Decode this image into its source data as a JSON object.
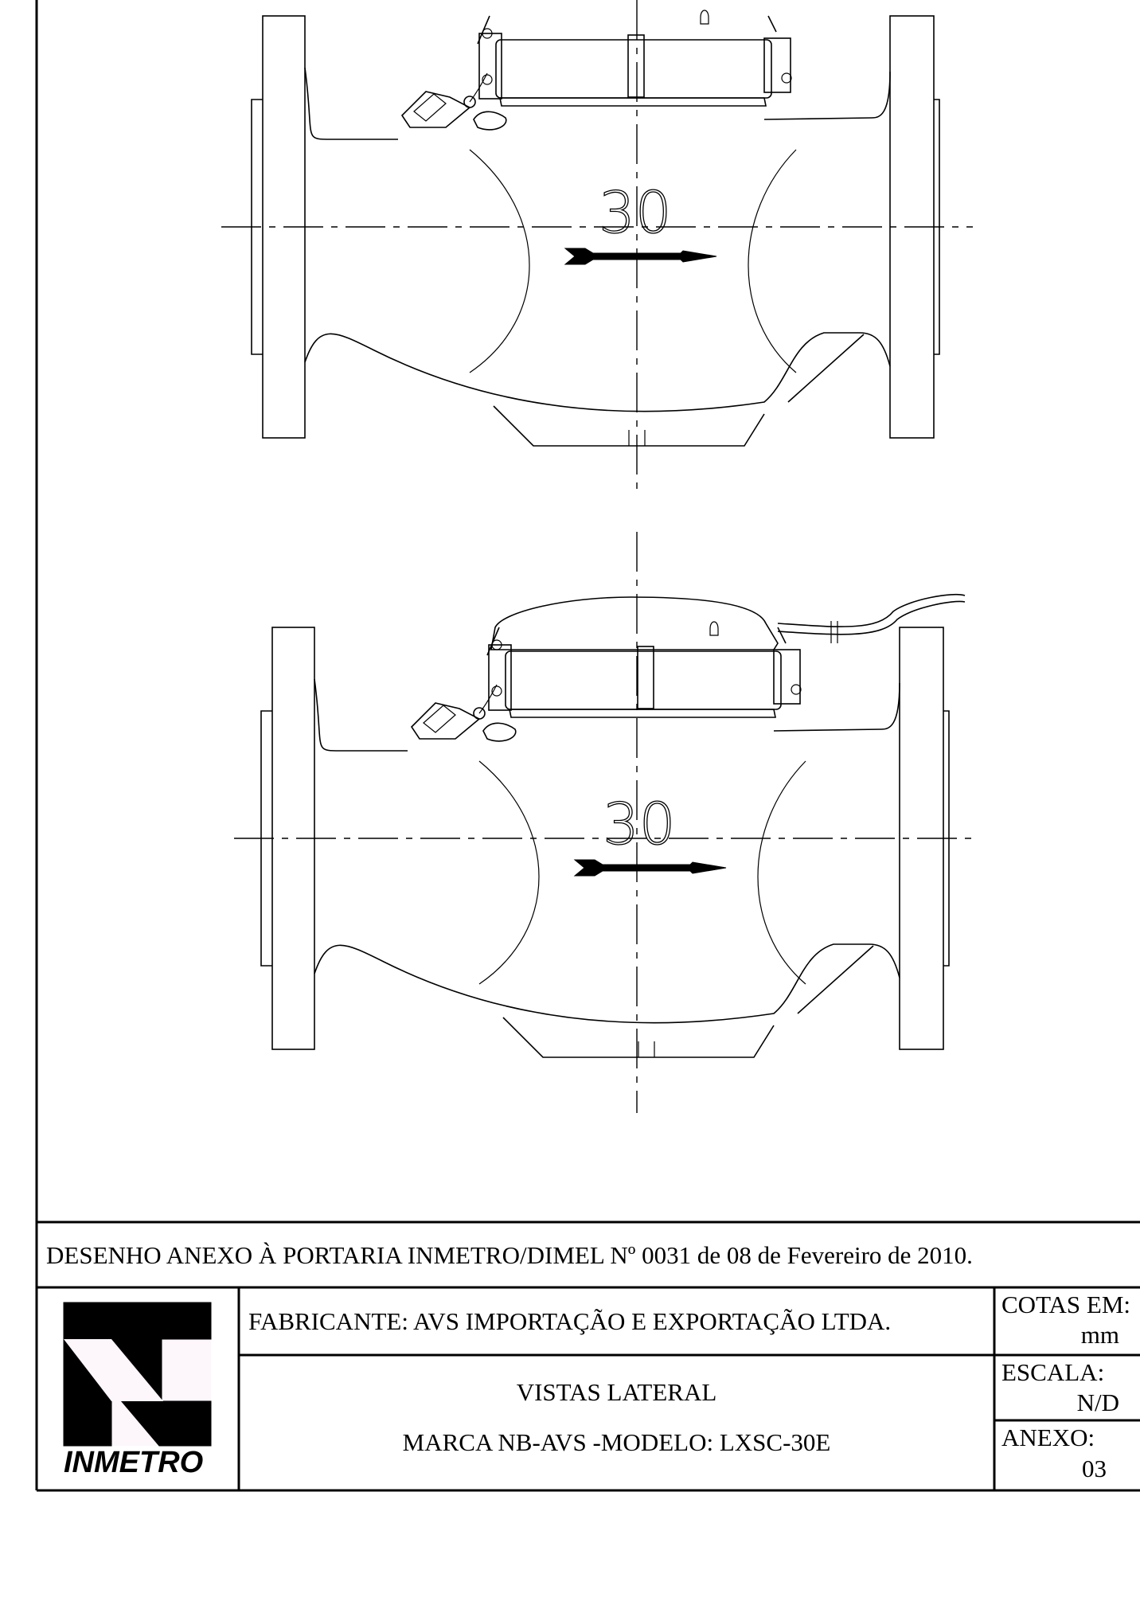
{
  "drawing": {
    "views": [
      {
        "nominal_diameter": "30",
        "flow_direction": "right"
      },
      {
        "nominal_diameter": "30",
        "flow_direction": "right"
      }
    ]
  },
  "title_block": {
    "notice": "DESENHO ANEXO À PORTARIA INMETRO/DIMEL Nº 0031 de 08 de Fevereiro de 2010.",
    "manufacturer": "FABRICANTE: AVS IMPORTAÇÃO E EXPORTAÇÃO LTDA.",
    "view_title": "VISTAS LATERAL",
    "brand_model": "MARCA NB-AVS -MODELO: LXSC-30E",
    "units_label": "COTAS EM:",
    "units_value": "mm",
    "scale_label": "ESCALA:",
    "scale_value": "N/D",
    "annex_label": "ANEXO:",
    "annex_value": "03",
    "logo_text": "INMETRO"
  }
}
